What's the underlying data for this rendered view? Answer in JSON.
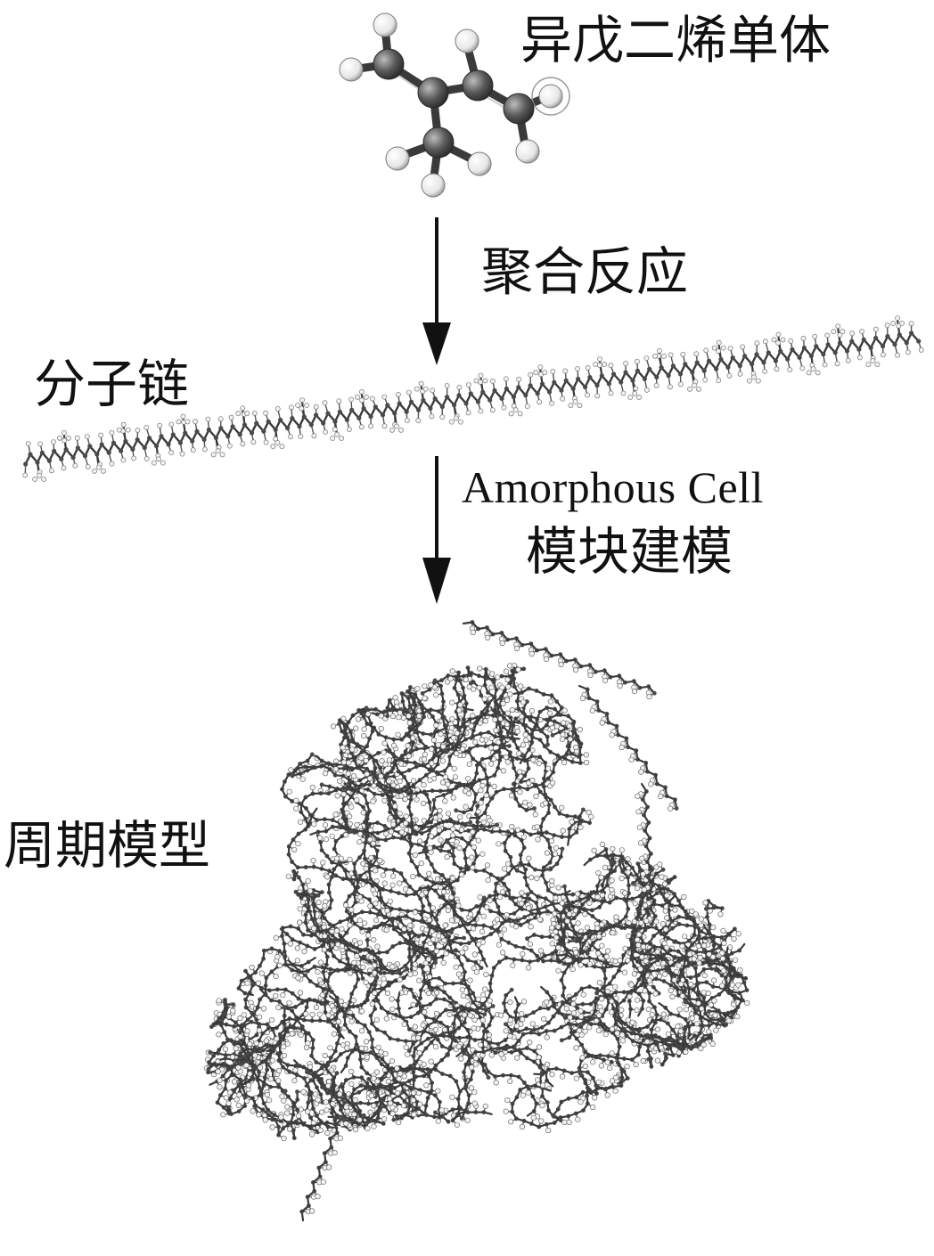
{
  "monomer": {
    "label": "异戊二烯单体"
  },
  "step1": {
    "label": "聚合反应"
  },
  "chain": {
    "label": "分子链"
  },
  "step2": {
    "label_line1": "Amorphous Cell",
    "label_line2": "模块建模"
  },
  "cell": {
    "label": "周期模型"
  },
  "colors": {
    "carbon": "#4a4a4a",
    "hydrogen": "#f2f2f2",
    "bond": "#3a3a3a",
    "arrow": "#111111",
    "text": "#111111"
  }
}
